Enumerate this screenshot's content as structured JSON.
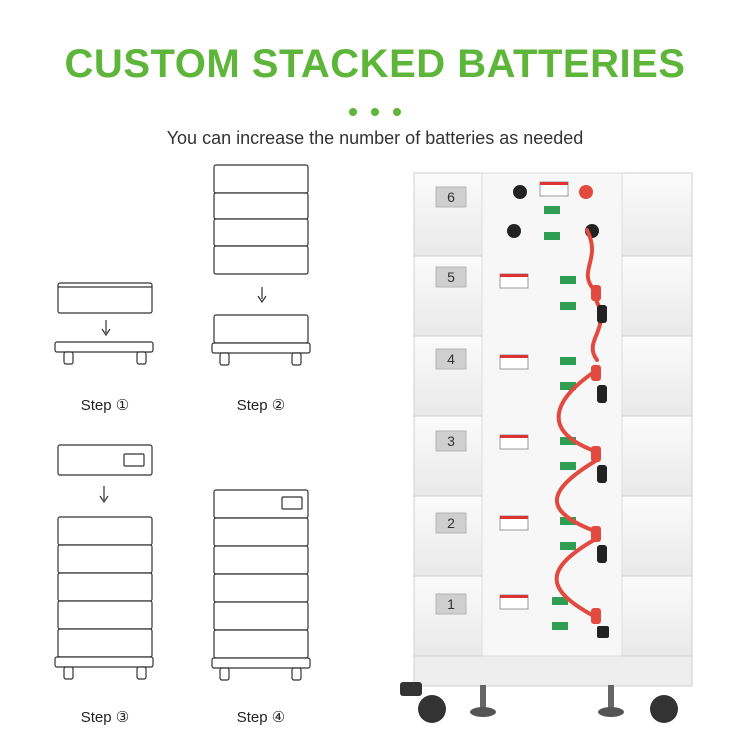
{
  "header": {
    "title": "CUSTOM STACKED BATTERIES",
    "subtitle": "You can increase the number of batteries as needed"
  },
  "steps": [
    {
      "label": "Step ①"
    },
    {
      "label": "Step ②"
    },
    {
      "label": "Step ③"
    },
    {
      "label": "Step ④"
    }
  ],
  "tower": {
    "module_numbers": [
      "6",
      "5",
      "4",
      "3",
      "2",
      "1"
    ]
  },
  "colors": {
    "accent": "#5db53a",
    "cable": "#e24a3f",
    "terminal": "#2e9e52"
  }
}
